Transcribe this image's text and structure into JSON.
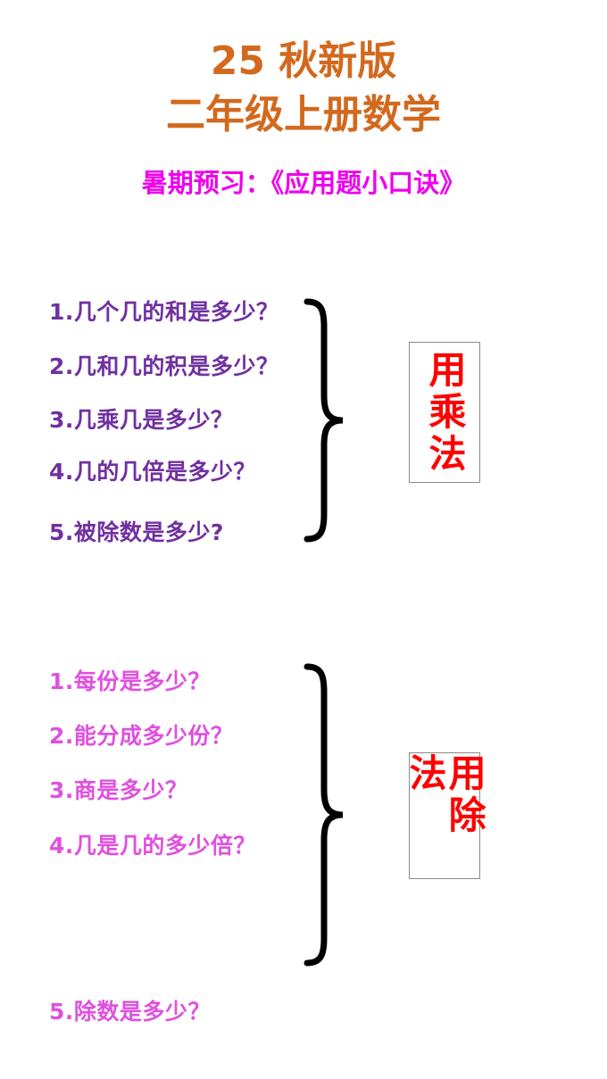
{
  "header": {
    "title_line1": "25 秋新版",
    "title_line2": "二年级上册数学",
    "subtitle": "暑期预习：《应用题小口诀》"
  },
  "multiplication": {
    "questions": [
      "1.几个几的和是多少？",
      "2.几和几的积是多少？",
      "3.几乘几是多少？",
      "4.几的几倍是多少？",
      "5.被除数是多少?"
    ],
    "method_label": "用乘法"
  },
  "division": {
    "questions": [
      "1.每份是多少？",
      "2.能分成多少份？",
      "3.商是多少？",
      "4.几是几的多少倍？"
    ],
    "question_5": "5.除数是多少？",
    "method_label": "用除法"
  },
  "colors": {
    "title": "#d2691e",
    "subtitle": "#ee00ee",
    "multiplication_text": "#7030a0",
    "division_text": "#e050e0",
    "method_text": "#ff0000",
    "brace": "#000000",
    "box_border": "#8a8a8a"
  }
}
